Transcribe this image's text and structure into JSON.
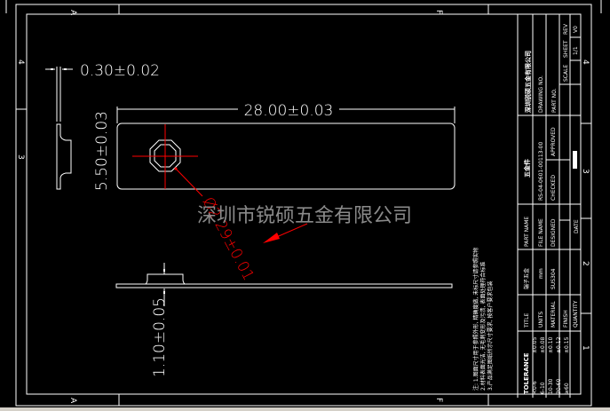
{
  "colors": {
    "background": "#000000",
    "lines": "#ffffff",
    "center_marks": "#ff0000",
    "watermark": "#8a8a8a"
  },
  "zones": {
    "top_left": "A",
    "top_right": "F",
    "bottom_left": "A",
    "bottom_right": "F",
    "left": [
      "4",
      "3"
    ],
    "right": [
      "4",
      "3",
      "2",
      "1"
    ]
  },
  "dimensions": {
    "thickness": "0.30±0.02",
    "length": "28.00±0.03",
    "width": "5.50±0.03",
    "hole_diameter": "Ø2.29±0.01",
    "height": "1.10±0.05"
  },
  "watermark": "深圳市锐硕五金有限公司",
  "notes": [
    "注: 1.图面尺寸用于参照外形, 精确度做, 未标尺寸请参照实物",
    "2.材料表面光洁, 无毛刺变形及污渍, 表面处理符合标准",
    "3.产品满足图纸所示尺寸要求, 按客户要求包装"
  ],
  "title_block": {
    "company": "深圳锐硕五金有限公司",
    "drawing_no_label": "DRAWING NO.",
    "part_no_label": "PART NO.",
    "scale_label": "SCALE",
    "sheet_label": "SHEET",
    "sheet_value": "1/1",
    "rev_label": "REV",
    "rev_value": "V0",
    "part_title": "五金件",
    "part_number": "RS-04-0601-00113-00",
    "checked_label": "CHECKED",
    "approved_label": "APPROVED",
    "part_name_label": "PART NAME",
    "file_name_label": "FILE NAME",
    "designed_label": "DESIGNED",
    "date_label": "DATE",
    "title_label": "TITLE",
    "title_value": "端子五金",
    "units_label": "UNITS",
    "units_value": "mm",
    "material_label": "MATERIAL",
    "material_value": "SUS304",
    "finish_label": "FINISH",
    "quantity_label": "QUANTITY",
    "tolerance_label": "TOLERANCE",
    "tolerance_rows": [
      {
        "range": "<0-6",
        "value": "±0.05"
      },
      {
        "range": "6-10",
        "value": "±0.08"
      },
      {
        "range": "10-30",
        "value": "±0.10"
      },
      {
        "range": "30-60",
        "value": "±0.12"
      },
      {
        "range": "≥60",
        "value": "±0.15"
      }
    ]
  }
}
